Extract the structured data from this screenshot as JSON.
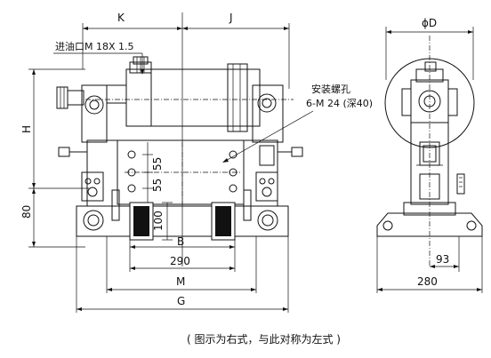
{
  "dimensions": {
    "K": "K",
    "J": "J",
    "phiD": "ϕD",
    "H": "H",
    "d80": "80",
    "d55a": "55",
    "d55b": "55",
    "d100": "100",
    "B": "B",
    "d290": "290",
    "M": "M",
    "G": "G",
    "d93": "93",
    "d280": "280"
  },
  "labels": {
    "oil_inlet": "进油口M 18X 1.5",
    "mount_title": "安装螺孔",
    "mount_spec": "6-M 24 (深40)"
  },
  "caption": "( 图示为右式，与此对称为左式 )"
}
